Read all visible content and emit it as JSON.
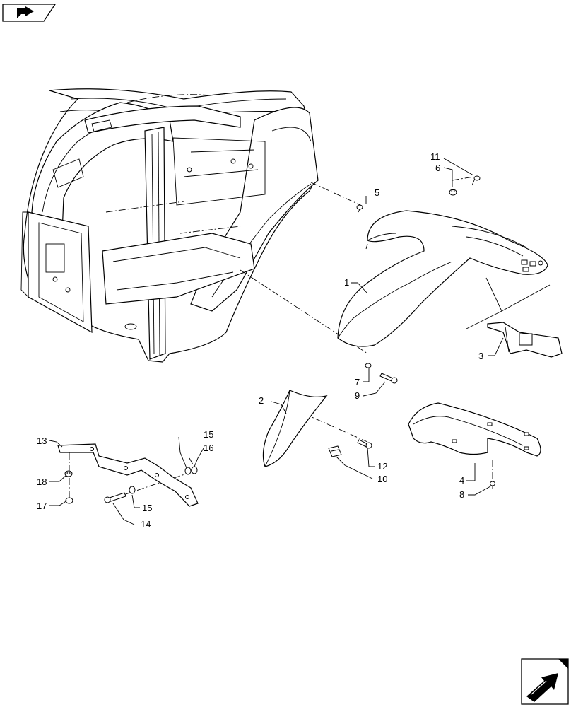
{
  "diagram": {
    "callouts": [
      {
        "id": "c1",
        "label": "1"
      },
      {
        "id": "c2",
        "label": "2"
      },
      {
        "id": "c3",
        "label": "3"
      },
      {
        "id": "c4",
        "label": "4"
      },
      {
        "id": "c5",
        "label": "5"
      },
      {
        "id": "c6",
        "label": "6"
      },
      {
        "id": "c7",
        "label": "7"
      },
      {
        "id": "c8",
        "label": "8"
      },
      {
        "id": "c9",
        "label": "9"
      },
      {
        "id": "c10",
        "label": "10"
      },
      {
        "id": "c11",
        "label": "11"
      },
      {
        "id": "c12",
        "label": "12"
      },
      {
        "id": "c13",
        "label": "13"
      },
      {
        "id": "c14",
        "label": "14"
      },
      {
        "id": "c15a",
        "label": "15"
      },
      {
        "id": "c15b",
        "label": "15"
      },
      {
        "id": "c16",
        "label": "16"
      },
      {
        "id": "c17",
        "label": "17"
      },
      {
        "id": "c18",
        "label": "18"
      }
    ]
  },
  "nav": {
    "back_icon": "back-arrow-icon",
    "next_icon": "next-arrow-icon"
  }
}
